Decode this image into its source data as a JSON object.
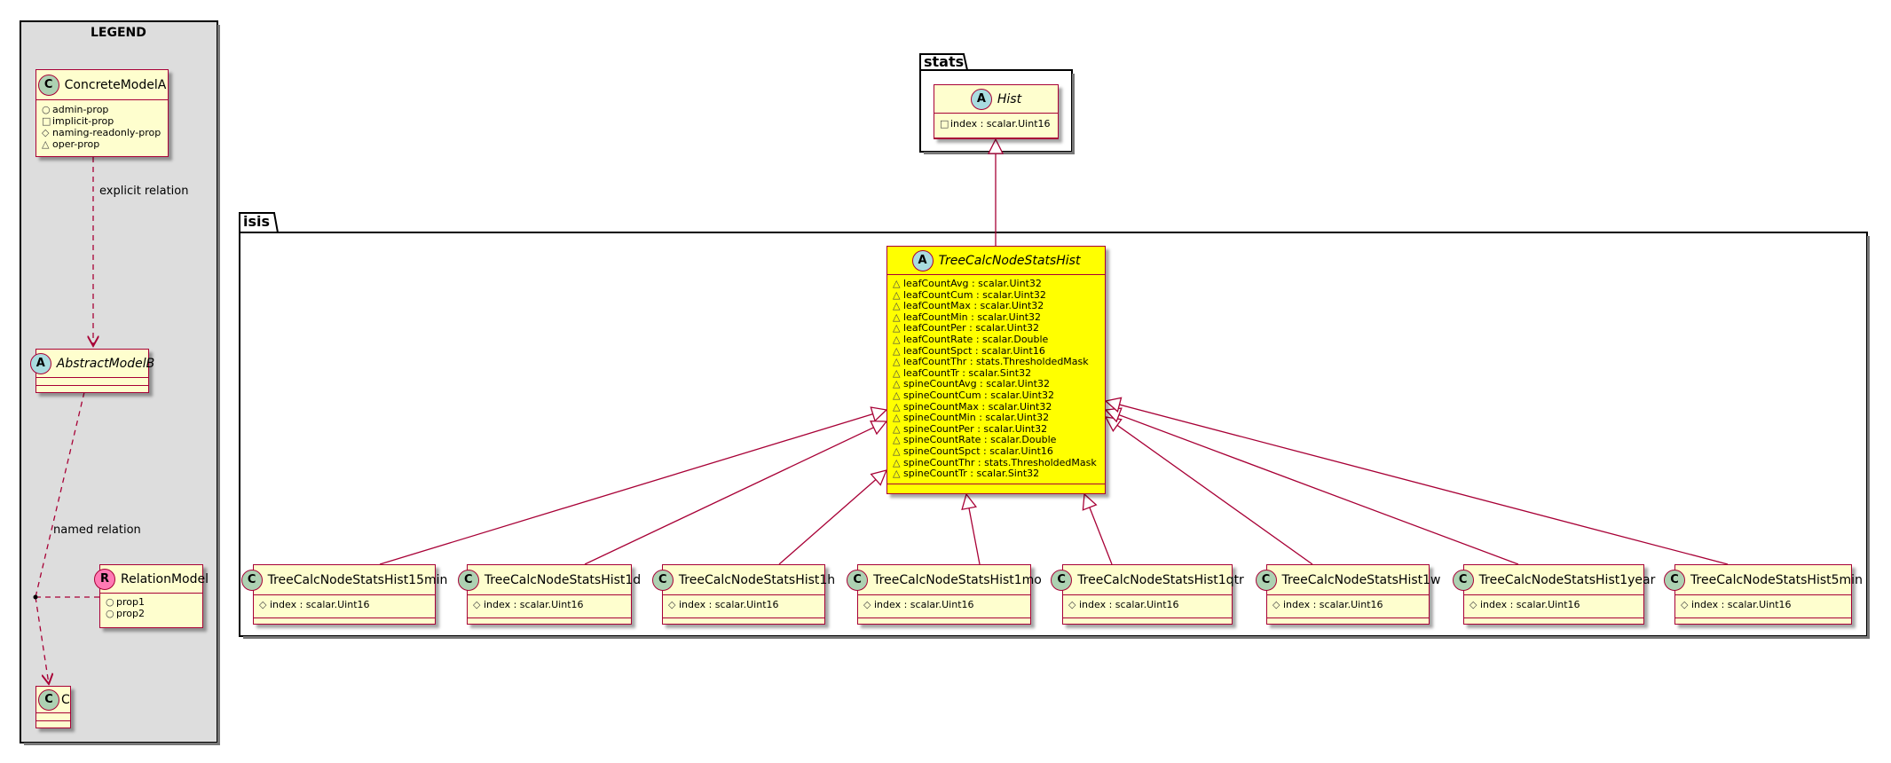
{
  "legend": {
    "title": "LEGEND",
    "concrete": {
      "name": "ConcreteModelA",
      "badge": "C",
      "attrs": [
        {
          "vis": "○",
          "text": "admin-prop"
        },
        {
          "vis": "□",
          "text": "implicit-prop"
        },
        {
          "vis": "◇",
          "text": "naming-readonly-prop"
        },
        {
          "vis": "△",
          "text": "oper-prop"
        }
      ]
    },
    "explicit_relation": "explicit relation",
    "abstract": {
      "name": "AbstractModelB",
      "badge": "A"
    },
    "named_relation": "named relation",
    "relation": {
      "name": "RelationModel",
      "badge": "R",
      "attrs": [
        {
          "vis": "○",
          "text": "prop1"
        },
        {
          "vis": "○",
          "text": "prop2"
        }
      ]
    },
    "c": {
      "name": "C",
      "badge": "C"
    }
  },
  "stats_pkg": {
    "name": "stats",
    "hist": {
      "name": "Hist",
      "badge": "A",
      "attrs": [
        {
          "vis": "□",
          "text": "index : scalar.Uint16"
        }
      ]
    }
  },
  "isis_pkg": {
    "name": "isis",
    "main": {
      "name": "TreeCalcNodeStatsHist",
      "badge": "A",
      "highlight_color": "#FFFF00",
      "attrs": [
        {
          "vis": "△",
          "text": "leafCountAvg : scalar.Uint32"
        },
        {
          "vis": "△",
          "text": "leafCountCum : scalar.Uint32"
        },
        {
          "vis": "△",
          "text": "leafCountMax : scalar.Uint32"
        },
        {
          "vis": "△",
          "text": "leafCountMin : scalar.Uint32"
        },
        {
          "vis": "△",
          "text": "leafCountPer : scalar.Uint32"
        },
        {
          "vis": "△",
          "text": "leafCountRate : scalar.Double"
        },
        {
          "vis": "△",
          "text": "leafCountSpct : scalar.Uint16"
        },
        {
          "vis": "△",
          "text": "leafCountThr : stats.ThresholdedMask"
        },
        {
          "vis": "△",
          "text": "leafCountTr : scalar.Sint32"
        },
        {
          "vis": "△",
          "text": "spineCountAvg : scalar.Uint32"
        },
        {
          "vis": "△",
          "text": "spineCountCum : scalar.Uint32"
        },
        {
          "vis": "△",
          "text": "spineCountMax : scalar.Uint32"
        },
        {
          "vis": "△",
          "text": "spineCountMin : scalar.Uint32"
        },
        {
          "vis": "△",
          "text": "spineCountPer : scalar.Uint32"
        },
        {
          "vis": "△",
          "text": "spineCountRate : scalar.Double"
        },
        {
          "vis": "△",
          "text": "spineCountSpct : scalar.Uint16"
        },
        {
          "vis": "△",
          "text": "spineCountThr : stats.ThresholdedMask"
        },
        {
          "vis": "△",
          "text": "spineCountTr : scalar.Sint32"
        }
      ]
    },
    "children": [
      {
        "name": "TreeCalcNodeStatsHist15min",
        "badge": "C",
        "attr_vis": "◇",
        "attr": "index : scalar.Uint16"
      },
      {
        "name": "TreeCalcNodeStatsHist1d",
        "badge": "C",
        "attr_vis": "◇",
        "attr": "index : scalar.Uint16"
      },
      {
        "name": "TreeCalcNodeStatsHist1h",
        "badge": "C",
        "attr_vis": "◇",
        "attr": "index : scalar.Uint16"
      },
      {
        "name": "TreeCalcNodeStatsHist1mo",
        "badge": "C",
        "attr_vis": "◇",
        "attr": "index : scalar.Uint16"
      },
      {
        "name": "TreeCalcNodeStatsHist1qtr",
        "badge": "C",
        "attr_vis": "◇",
        "attr": "index : scalar.Uint16"
      },
      {
        "name": "TreeCalcNodeStatsHist1w",
        "badge": "C",
        "attr_vis": "◇",
        "attr": "index : scalar.Uint16"
      },
      {
        "name": "TreeCalcNodeStatsHist1year",
        "badge": "C",
        "attr_vis": "◇",
        "attr": "index : scalar.Uint16"
      },
      {
        "name": "TreeCalcNodeStatsHist5min",
        "badge": "C",
        "attr_vis": "◇",
        "attr": "index : scalar.Uint16"
      }
    ]
  },
  "colors": {
    "border": "#A80036",
    "class_bg": "#FEFECE",
    "legend_bg": "#DDDDDD"
  }
}
